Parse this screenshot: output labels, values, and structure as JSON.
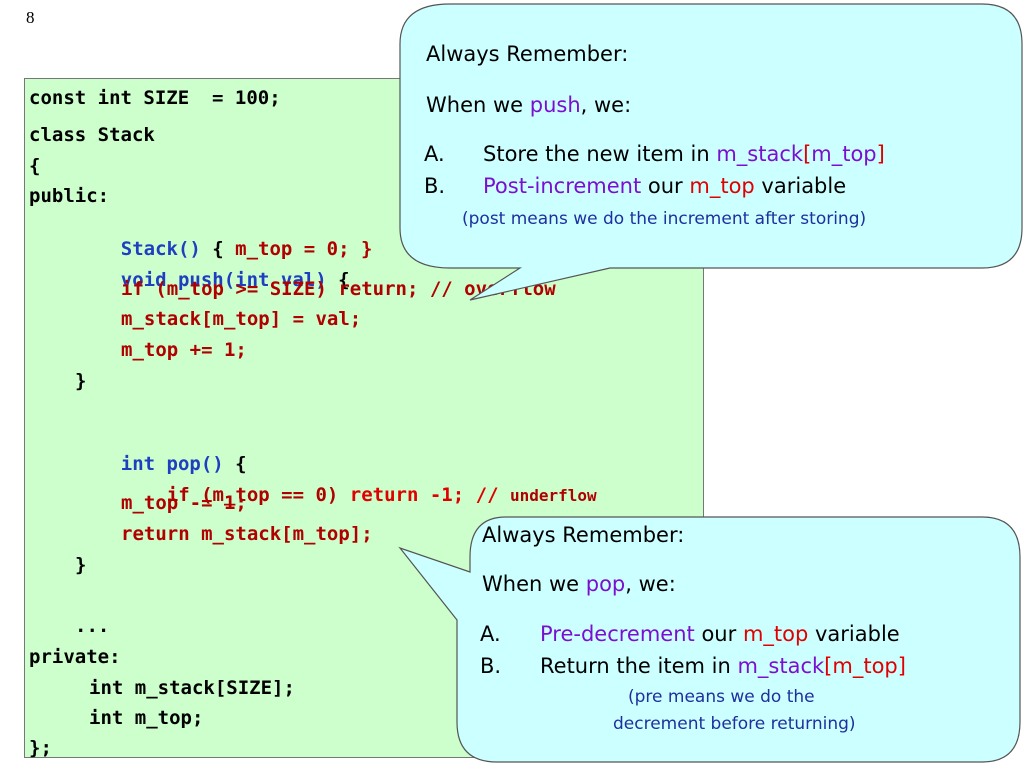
{
  "slide_number": "8",
  "code": {
    "l1": "const int SIZE  = 100;",
    "l2": "class Stack",
    "l3": "{",
    "l4": "public:",
    "l5a": "Stack()",
    "l5b": " { ",
    "l5c": "m_top = 0; }",
    "l6a": "void push(int val)",
    "l6b": " {",
    "l7": "if (m_top >= SIZE) return; // overflow",
    "l8": "m_stack[m_top] = val;",
    "l9": "m_top += 1;",
    "l10": "}",
    "l11a": "int pop()",
    "l11b": " {",
    "l12a": "if (m_top == 0) ",
    "l12b": "return -1; // ",
    "l12c": "underflow",
    "l13": "m_top -= 1;",
    "l14": "return m_stack[m_top];",
    "l15": "}",
    "l16": "...",
    "l17": "private:",
    "l18": "int m_stack[SIZE];",
    "l19": "int m_top;",
    "l20": "};"
  },
  "push_bubble": {
    "title": "Always Remember:",
    "intro_pre": "When we ",
    "intro_key": "push",
    "intro_post": ", we:",
    "a_marker": "A.",
    "a_pre": "Store the new item in ",
    "a_arr": "m_stack",
    "a_br1": "[",
    "a_idx": "m_top",
    "a_br2": "]",
    "b_marker": "B.",
    "b_key": "Post-increment",
    "b_mid": " our ",
    "b_var": "m_top",
    "b_post": " variable",
    "note": "(post means we do the increment after storing)"
  },
  "pop_bubble": {
    "title": "Always Remember:",
    "intro_pre": "When we ",
    "intro_key": "pop",
    "intro_post": ", we:",
    "a_marker": "A.",
    "a_key": "Pre-decrement",
    "a_mid": " our ",
    "a_var": "m_top",
    "a_post": " variable",
    "b_marker": "B.",
    "b_pre": "Return the item in ",
    "b_arr": "m_stack",
    "b_br1": "[",
    "b_idx": "m_top",
    "b_br2": "]",
    "note_line1": "(pre means we do the",
    "note_line2": "decrement before returning)"
  },
  "colors": {
    "code_bg": "#ccffcc",
    "bubble_bg": "#ccffff",
    "keyword_blue": "#1f3fc0",
    "code_red": "#b00000",
    "highlight_purple": "#7b0fcf",
    "highlight_red": "#e00000"
  }
}
